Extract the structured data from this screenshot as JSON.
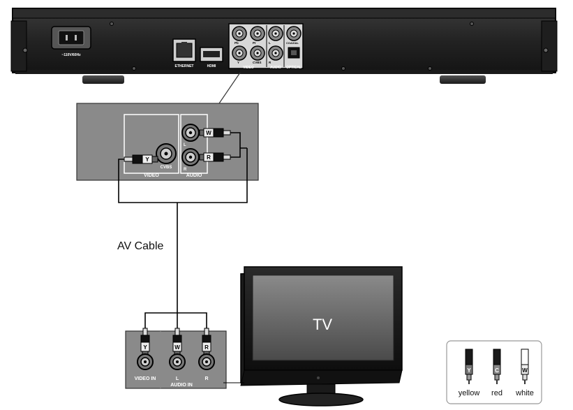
{
  "device_rear": {
    "power_label": "~110V/60Hz",
    "ports": {
      "ethernet": "ETHERNET",
      "hdmi": "HDMI",
      "video": "VIDEO",
      "audio": "AUDIO",
      "optical": "OPTICAL",
      "coaxial": "COAXIAL",
      "pb": "Pb",
      "pr": "Pr",
      "y": "Y",
      "cvbs": "CVBS",
      "l": "L",
      "r": "R"
    }
  },
  "zoom_panel": {
    "video_label": "VIDEO",
    "audio_label": "AUDIO",
    "cvbs_label": "CVBS",
    "l_label": "L",
    "r_label": "R",
    "plug_y": "Y",
    "plug_w": "W",
    "plug_r": "R"
  },
  "cable_label": "AV Cable",
  "tv": {
    "screen_text": "TV",
    "video_in_label": "VIDEO IN",
    "audio_in_label": "AUDIO IN",
    "l_label": "L",
    "r_label": "R",
    "plug_y": "Y",
    "plug_w": "W",
    "plug_r": "R"
  },
  "legend": {
    "items": [
      {
        "letter": "Y",
        "label": "yellow"
      },
      {
        "letter": "C",
        "label": "red"
      },
      {
        "letter": "W",
        "label": "white"
      }
    ]
  }
}
